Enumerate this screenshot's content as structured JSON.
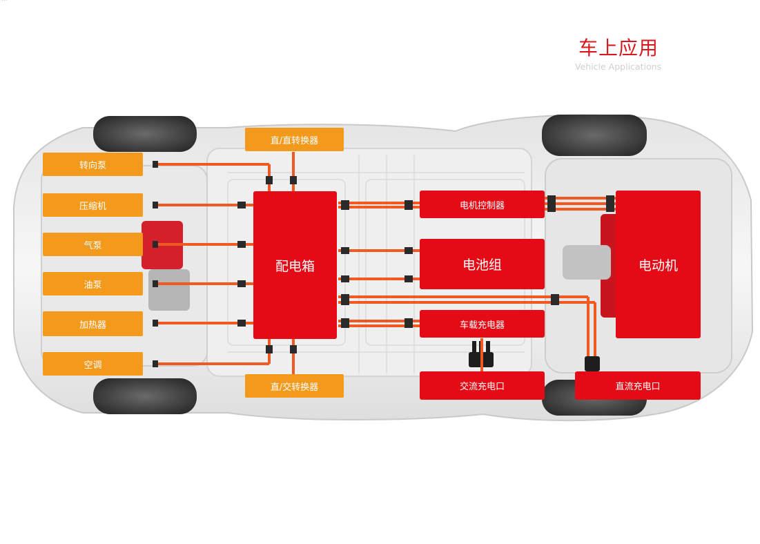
{
  "watermark": "...",
  "title": {
    "chinese": "车上应用",
    "english": "Vehicle Applications"
  },
  "colors": {
    "accent_red": "#e50b16",
    "label_orange": "#f39a1c",
    "cable_orange": "#f05a22",
    "title_red": "#d71920"
  },
  "left_components": {
    "steering_pump": "转向泵",
    "compressor": "压缩机",
    "air_pump": "气泵",
    "oil_pump": "油泵",
    "heater": "加热器",
    "air_conditioner": "空调"
  },
  "converters": {
    "dc_dc": "直/直转换器",
    "dc_ac": "直/交转换器"
  },
  "center": {
    "distribution_box": "配电箱",
    "motor_controller": "电机控制器",
    "battery_pack": "电池组",
    "onboard_charger": "车载充电器",
    "ac_charging_port": "交流充电口",
    "dc_charging_port": "直流充电口",
    "electric_motor": "电动机"
  }
}
